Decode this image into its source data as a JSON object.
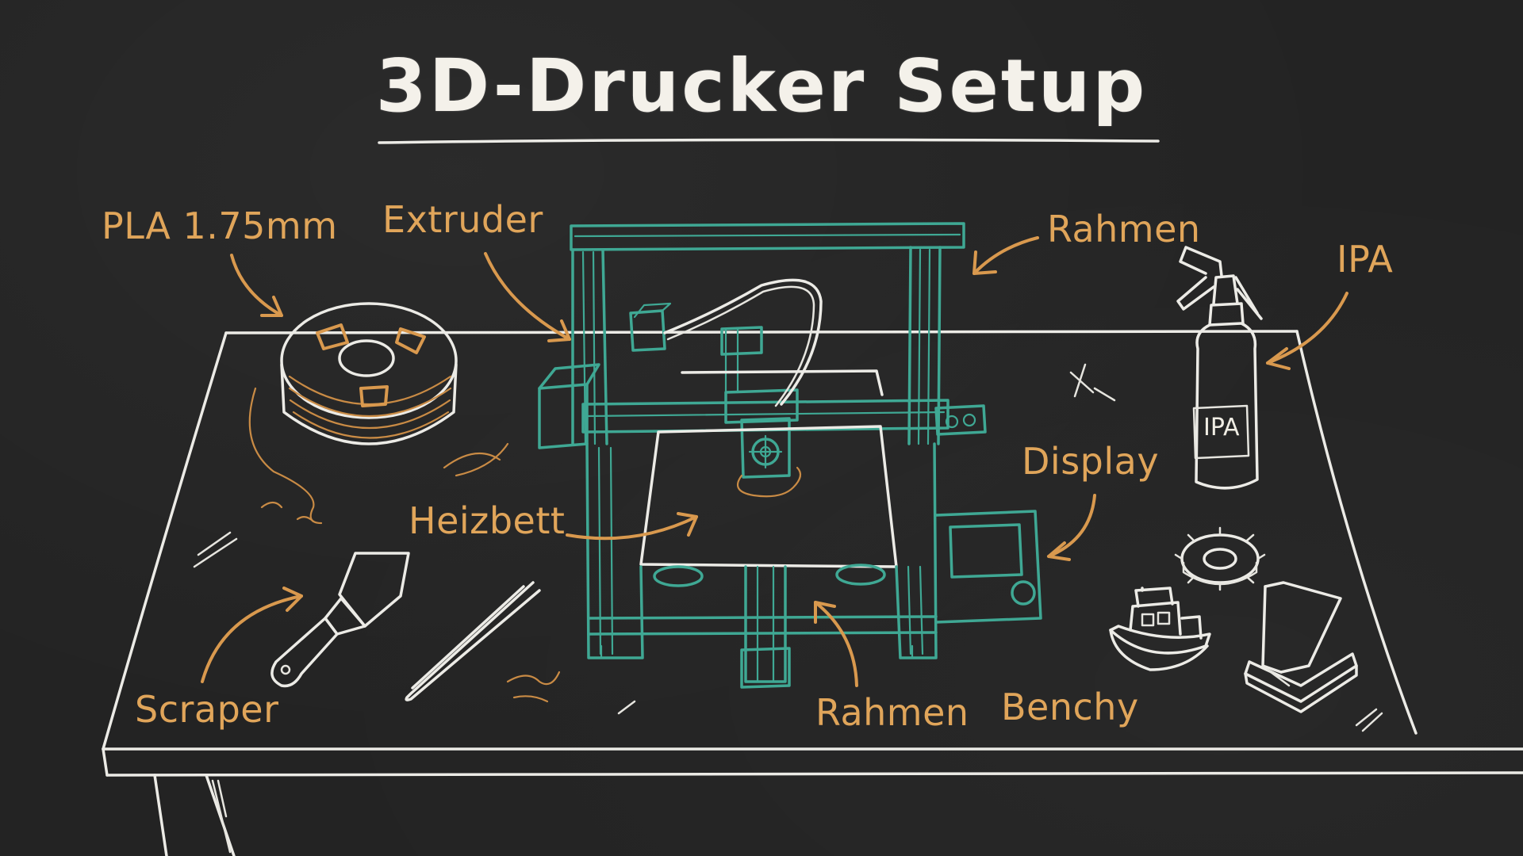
{
  "title": "3D-Drucker Setup",
  "labels": {
    "filament": "PLA 1.75mm",
    "extruder": "Extruder",
    "frame_top": "Rahmen",
    "ipa": "IPA",
    "display": "Display",
    "heatbed": "Heizbett",
    "scraper": "Scraper",
    "frame_bottom": "Rahmen",
    "benchy": "Benchy"
  },
  "bottle_text": "IPA",
  "colors": {
    "background": "#232323",
    "chalk_white": "#ecebe6",
    "printer_teal": "#3fa894",
    "label_orange": "#e0a55a"
  }
}
